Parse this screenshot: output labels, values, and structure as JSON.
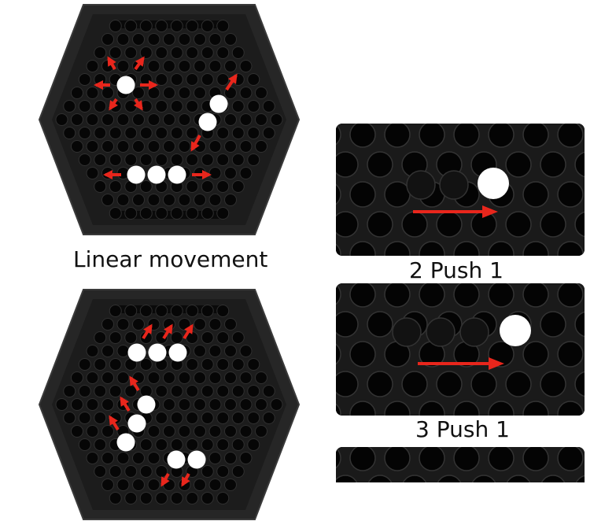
{
  "captions": {
    "linear": "Linear movement",
    "push2": "2 Push 1",
    "push3": "3 Push 1"
  },
  "colors": {
    "board": "#1c1c1c",
    "board_rim": "#2c2c2c",
    "hole": "#050505",
    "white_marble": "#ffffff",
    "black_marble": "#111111",
    "arrow": "#e8261c"
  },
  "icons": {
    "arrow": "red-direction-arrow-icon",
    "marble_white": "white-marble-icon",
    "marble_black": "black-marble-icon"
  }
}
